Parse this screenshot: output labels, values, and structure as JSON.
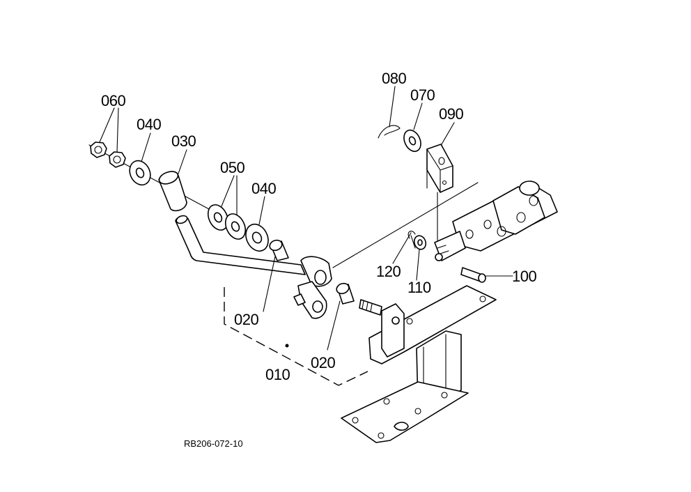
{
  "drawing_code": "RB206-072-10",
  "callouts": [
    {
      "id": "060",
      "text": "060"
    },
    {
      "id": "040a",
      "text": "040"
    },
    {
      "id": "030",
      "text": "030"
    },
    {
      "id": "050",
      "text": "050"
    },
    {
      "id": "040b",
      "text": "040"
    },
    {
      "id": "020a",
      "text": "020"
    },
    {
      "id": "020b",
      "text": "020"
    },
    {
      "id": "010",
      "text": "010"
    },
    {
      "id": "080",
      "text": "080"
    },
    {
      "id": "070",
      "text": "070"
    },
    {
      "id": "090",
      "text": "090"
    },
    {
      "id": "120",
      "text": "120"
    },
    {
      "id": "110",
      "text": "110"
    },
    {
      "id": "100",
      "text": "100"
    }
  ]
}
